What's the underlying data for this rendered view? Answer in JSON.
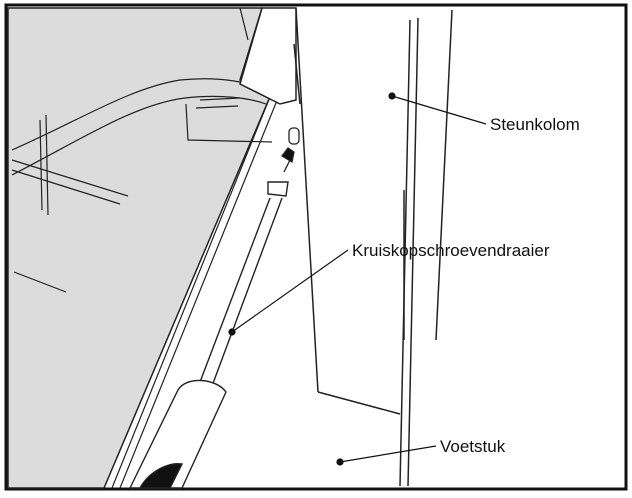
{
  "figure": {
    "labels": {
      "support_column": "Steunkolom",
      "screwdriver": "Kruiskopschroevendraaier",
      "base": "Voetstuk"
    },
    "colors": {
      "frame": "#111111",
      "line": "#222222",
      "panel_fill": "#dcdcdc",
      "background": "#ffffff"
    }
  }
}
